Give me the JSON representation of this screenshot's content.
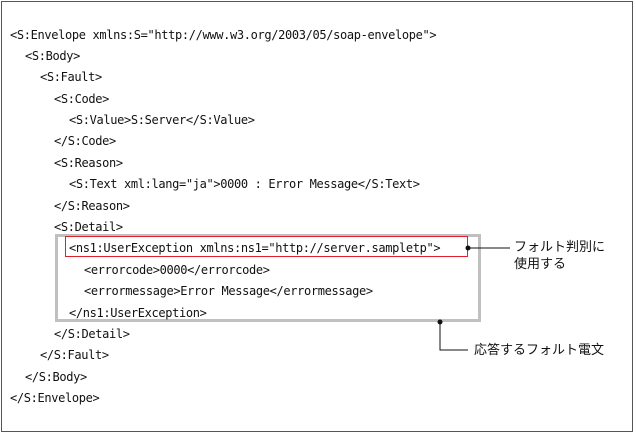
{
  "code": {
    "lines": [
      "<S:Envelope xmlns:S=\"http://www.w3.org/2003/05/soap-envelope\">",
      "<S:Body>",
      "<S:Fault>",
      "<S:Code>",
      "<S:Value>S:Server</S:Value>",
      "</S:Code>",
      "<S:Reason>",
      "<S:Text xml:lang=\"ja\">0000 : Error Message</S:Text>",
      "</S:Reason>",
      "<S:Detail>",
      "<ns1:UserException xmlns:ns1=\"http://server.sampletp\">",
      "<errorcode>0000</errorcode>",
      "<errormessage>Error Message</errormessage>",
      "</ns1:UserException>",
      "</S:Detail>",
      "</S:Fault>",
      "</S:Body>",
      "</S:Envelope>"
    ]
  },
  "annotations": {
    "fault_determination_line1": "フォルト判別に",
    "fault_determination_line2": "使用する",
    "response_fault": "応答するフォルト電文"
  },
  "colors": {
    "highlight_red": "#e0202a",
    "group_gray": "#c0c0c0",
    "frame": "#555555"
  }
}
